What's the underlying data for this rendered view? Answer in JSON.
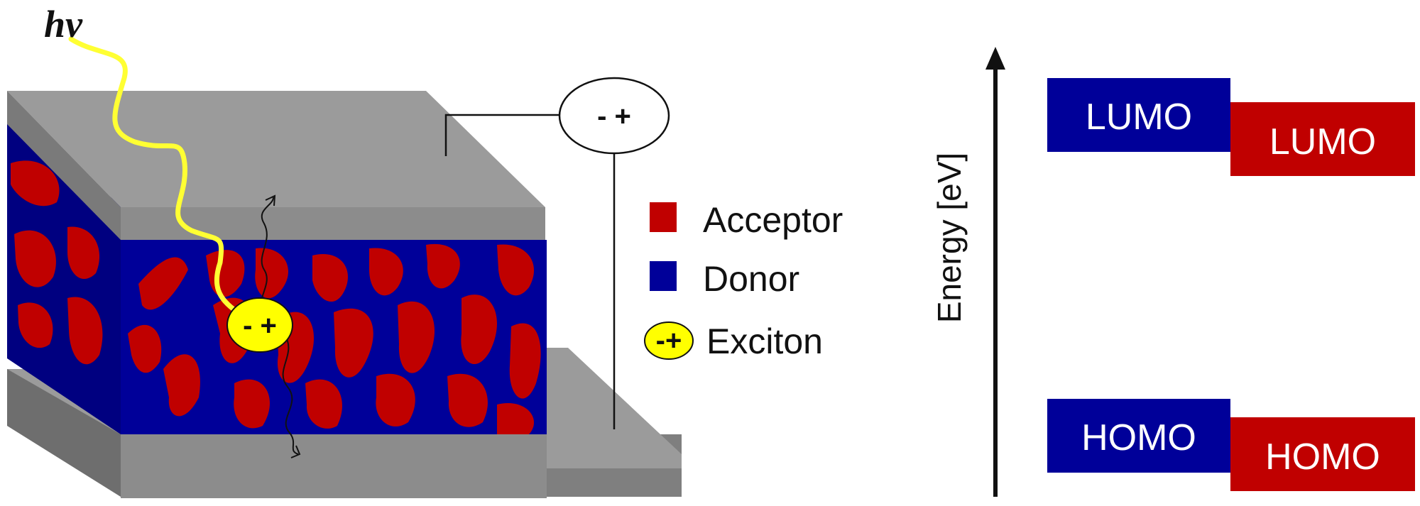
{
  "device": {
    "light_label": "hν",
    "source_sign": "- +",
    "exciton_sign": "- +"
  },
  "legend": {
    "items": [
      {
        "label": "Acceptor",
        "color": "#c00000"
      },
      {
        "label": "Donor",
        "color": "#000099"
      },
      {
        "label": "Exciton",
        "symbol": "-+",
        "color": "#ffff00"
      }
    ]
  },
  "energy_diagram": {
    "axis_label": "Energy [eV]",
    "donor_color": "#000099",
    "acceptor_color": "#c00000",
    "donor_lumo": "LUMO",
    "acceptor_lumo": "LUMO",
    "donor_homo": "HOMO",
    "acceptor_homo": "HOMO"
  },
  "colors": {
    "electrode_top": "#9b9b9b",
    "electrode_side": "#7f7f7f",
    "wire": "#111111",
    "photon": "#ffff33"
  }
}
